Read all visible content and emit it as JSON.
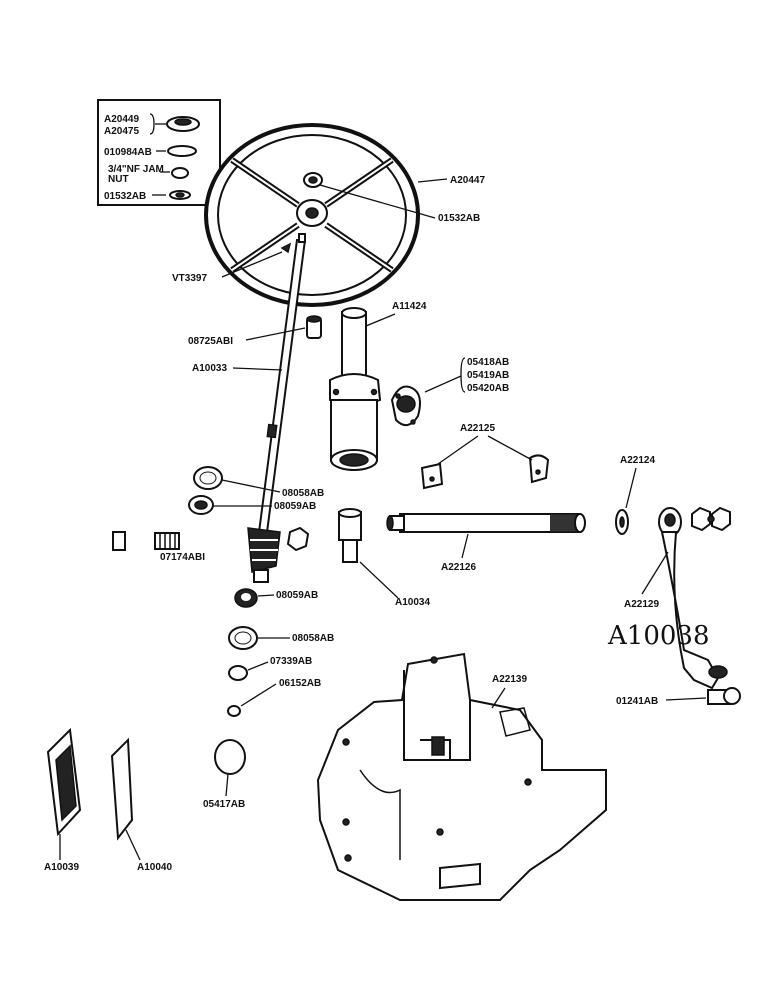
{
  "labels": {
    "a20449": "A20449",
    "a20475": "A20475",
    "o10984ab": "010984AB",
    "jam_nut_line1": "3/4\"NF JAM",
    "jam_nut_line2": "NUT",
    "o1532ab_inset": "01532AB",
    "a20447": "A20447",
    "o1532ab": "01532AB",
    "vt3397": "VT3397",
    "a11424": "A11424",
    "o8725abi": "08725ABI",
    "a10033": "A10033",
    "o5418ab": "05418AB",
    "o5419ab": "05419AB",
    "o5420ab": "05420AB",
    "a22125": "A22125",
    "a22124": "A22124",
    "o8058ab_top": "08058AB",
    "o8059ab_top": "08059AB",
    "o7174abi": "07174ABI",
    "a22126": "A22126",
    "a10034": "A10034",
    "a22129": "A22129",
    "a10038": "A10038",
    "o8059ab": "08059AB",
    "o8058ab": "08058AB",
    "o7339ab": "07339AB",
    "o6152ab": "06152AB",
    "a22139": "A22139",
    "o1241ab": "01241AB",
    "o5417ab": "05417AB",
    "a10039": "A10039",
    "a10040": "A10040"
  }
}
